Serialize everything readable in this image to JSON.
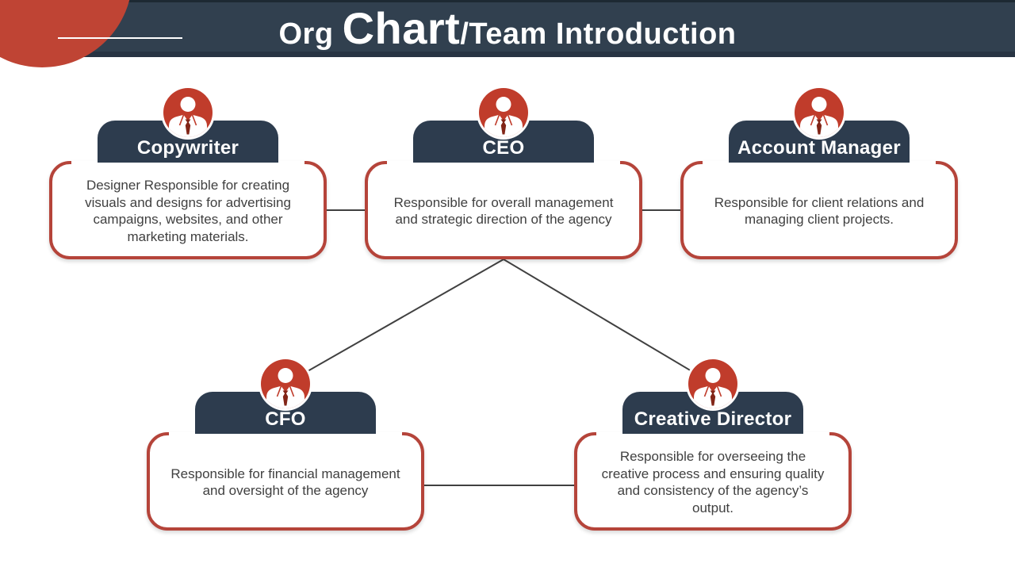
{
  "header": {
    "title_prefix": "Org ",
    "title_emphasis": "Chart",
    "title_suffix": "/Team Introduction"
  },
  "colors": {
    "title_bar_navy": "#31404F",
    "card_header_navy": "#2D3C4E",
    "accent_red": "#C03C2B",
    "border_red": "#B5443A",
    "body_text": "#404040",
    "connector_line": "#404040"
  },
  "icons": {
    "card_badge": "person-icon",
    "corner_decoration": "corner-accent-circle"
  },
  "cards": [
    {
      "role": "Copywriter",
      "description": "Designer Responsible for creating visuals and designs for advertising campaigns, websites, and other marketing materials."
    },
    {
      "role": "CEO",
      "description": "Responsible for overall management and strategic direction of the agency"
    },
    {
      "role": "Account Manager",
      "description": "Responsible for client relations and managing client projects."
    },
    {
      "role": "CFO",
      "description": "Responsible for financial management and oversight of the agency"
    },
    {
      "role": "Creative Director",
      "description": "Responsible for overseeing the creative process and ensuring quality and consistency of the agency’s output."
    }
  ]
}
